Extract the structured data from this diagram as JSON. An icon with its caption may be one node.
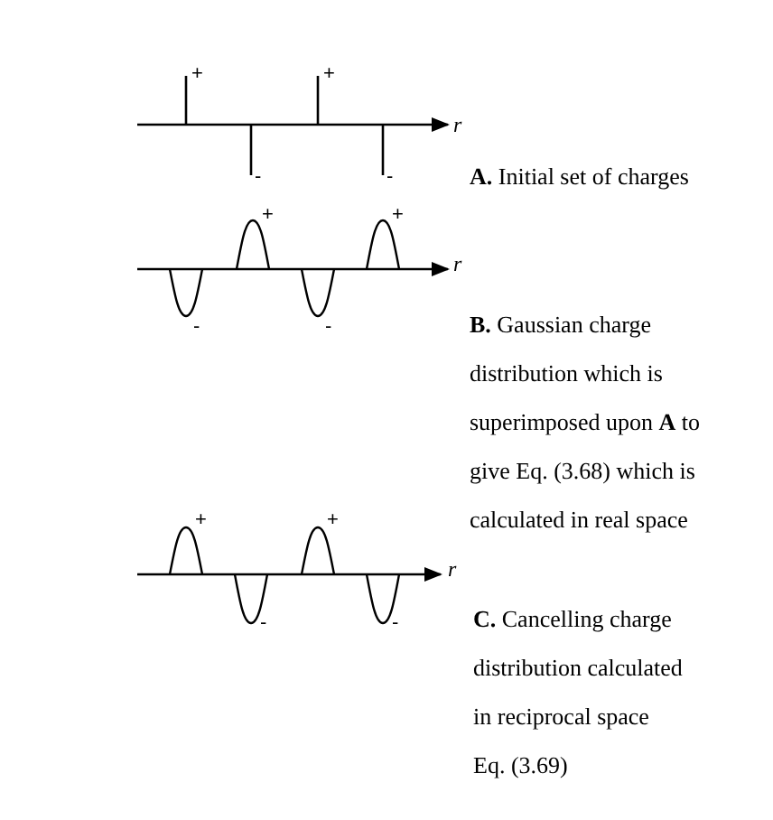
{
  "diagram": {
    "labels": [
      "+",
      "+",
      "r",
      "-",
      "-",
      "**A.** Initial set of charges",
      "+",
      "+",
      "r",
      "-",
      "-",
      "**B.** Gaussian charge distribution which is superimposed upon **A** to give Eq. (3.68) which is calculated in real space",
      "+",
      "+",
      "r",
      "-",
      "-",
      "**C.** Cancelling charge distribution calculated in reciprocal space",
      "Eq. (3.69)"
    ]
  }
}
